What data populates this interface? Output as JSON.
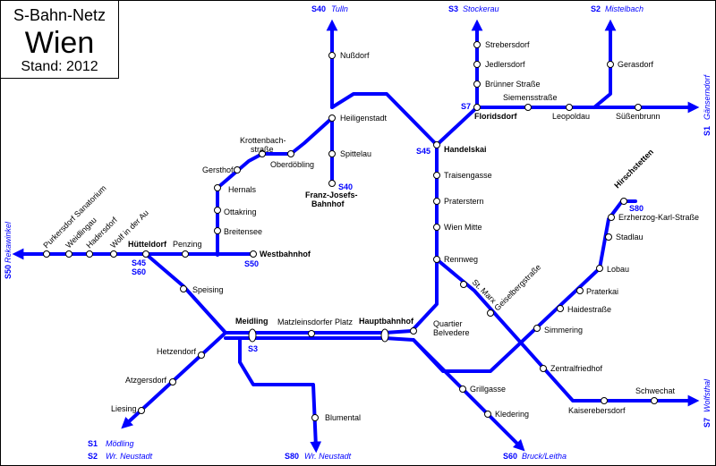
{
  "title": {
    "line1": "S-Bahn-Netz",
    "line2": "Wien",
    "line3": "Stand: 2012"
  },
  "colors": {
    "line": "#0000ff",
    "station_fill": "#ffffff",
    "station_stroke": "#000000",
    "text": "#000000"
  },
  "stations": {
    "nussdorf": "Nußdorf",
    "heiligenstadt": "Heiligenstadt",
    "spittelau": "Spittelau",
    "fjb": "Franz-Josefs-",
    "fjb2": "Bahnhof",
    "krottenbach1": "Krottenbach-",
    "krottenbach2": "straße",
    "oberdoebling": "Oberdöbling",
    "gersthof": "Gersthof",
    "hernals": "Hernals",
    "ottakring": "Ottakring",
    "breitensee": "Breitensee",
    "penzing": "Penzing",
    "westbahnhof": "Westbahnhof",
    "huetteldorf": "Hütteldorf",
    "wolf": "Wolf in der Au",
    "hadersdorf": "Hadersdorf",
    "weidlingau": "Weidlingau",
    "purkersdorf": "Purkersdorf Sanatorium",
    "speising": "Speising",
    "meidling": "Meidling",
    "matzleinsdorf": "Matzleinsdorfer Platz",
    "hauptbahnhof": "Hauptbahnhof",
    "quartier1": "Quartier",
    "quartier2": "Belvedere",
    "hetzendorf": "Hetzendorf",
    "atzgersdorf": "Atzgersdorf",
    "liesing": "Liesing",
    "blumental": "Blumental",
    "strebersdorf": "Strebersdorf",
    "jedlersdorf": "Jedlersdorf",
    "bruenner": "Brünner Straße",
    "floridsdorf": "Floridsdorf",
    "siemensstrasse": "Siemensstraße",
    "leopoldau": "Leopoldau",
    "gerasdorf": "Gerasdorf",
    "suessenbrunn": "Süßenbrunn",
    "handelskai": "Handelskai",
    "traisengasse": "Traisengasse",
    "praterstern": "Praterstern",
    "wienmitte": "Wien Mitte",
    "rennweg": "Rennweg",
    "stmarx": "St. Marx",
    "geiselberg": "Geiselbergstraße",
    "zentralfriedhof": "Zentralfriedhof",
    "kaiserebersdorf": "Kaiserebersdorf",
    "schwechat": "Schwechat",
    "simmering": "Simmering",
    "haidestrasse": "Haidestraße",
    "praterkai": "Praterkai",
    "lobau": "Lobau",
    "stadlau": "Stadlau",
    "erzherzog": "Erzherzog-Karl-Straße",
    "hirschstetten": "Hirschstetten",
    "grillgasse": "Grillgasse",
    "kledering": "Kledering"
  },
  "line_labels": {
    "s40_top": "S40",
    "s40_top_dest": "Tulln",
    "s3_top": "S3",
    "s3_top_dest": "Stockerau",
    "s2_top": "S2",
    "s2_top_dest": "Mistelbach",
    "s1_right": "S1",
    "s1_right_dest": "Gänserndorf",
    "s7_right": "S7",
    "s7_right_dest": "Wolfsthal",
    "s50_left": "S50",
    "s50_left_dest": "Rekawinkel",
    "s7_flo": "S7",
    "s45_handelskai": "S45",
    "s40_fjb": "S40",
    "s45_huetteldorf": "S45",
    "s60_huetteldorf": "S60",
    "s50_westbahnhof": "S50",
    "s3_meidling": "S3",
    "s80_hirschstetten": "S80",
    "s1_bottom": "S1",
    "s1_bottom_dest": "Mödling",
    "s2_bottom": "S2",
    "s2_bottom_dest": "Wr. Neustadt",
    "s80_bottom": "S80",
    "s80_bottom_dest": "Wr. Neustadt",
    "s60_bottom": "S60",
    "s60_bottom_dest": "Bruck/Leitha"
  }
}
